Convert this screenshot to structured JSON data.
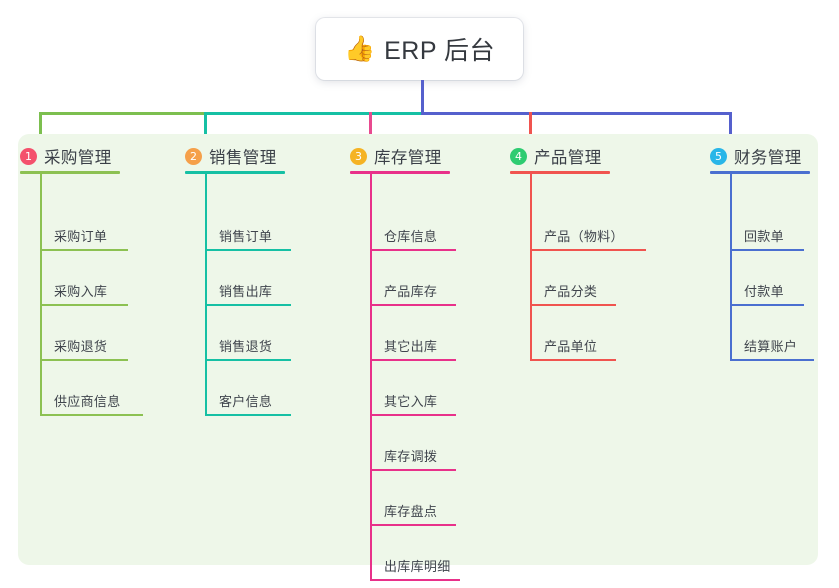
{
  "diagram": {
    "type": "org-tree",
    "root": {
      "icon": "thumbs-up-emoji",
      "icon_glyph": "👍",
      "title": "ERP 后台"
    },
    "canvas": {
      "background": "#ffffff",
      "panel_background": "#eef7e9"
    },
    "bus": {
      "segments": [
        {
          "name": "bus-green",
          "color": "#7cbf4f"
        },
        {
          "name": "bus-teal",
          "color": "#16c0a4"
        },
        {
          "name": "bus-purple",
          "color": "#5560cd"
        }
      ],
      "stem_color": "#5560cd"
    },
    "columns": [
      {
        "index": "1",
        "title": "采购管理",
        "badge_color": "#f4516c",
        "accent": "#8cc152",
        "drop_color": "#7cbf4f",
        "items": [
          {
            "label": "采购订单",
            "rule_width": 88
          },
          {
            "label": "采购入库",
            "rule_width": 88
          },
          {
            "label": "采购退货",
            "rule_width": 88
          },
          {
            "label": "供应商信息",
            "rule_width": 103
          }
        ]
      },
      {
        "index": "2",
        "title": "销售管理",
        "badge_color": "#f5a04a",
        "accent": "#16c0a4",
        "drop_color": "#16c0a4",
        "items": [
          {
            "label": "销售订单",
            "rule_width": 86
          },
          {
            "label": "销售出库",
            "rule_width": 86
          },
          {
            "label": "销售退货",
            "rule_width": 86
          },
          {
            "label": "客户信息",
            "rule_width": 86
          }
        ]
      },
      {
        "index": "3",
        "title": "库存管理",
        "badge_color": "#f5b324",
        "accent": "#e8318a",
        "drop_color": "#e84a8f",
        "items": [
          {
            "label": "仓库信息",
            "rule_width": 86
          },
          {
            "label": "产品库存",
            "rule_width": 86
          },
          {
            "label": "其它出库",
            "rule_width": 86
          },
          {
            "label": "其它入库",
            "rule_width": 86
          },
          {
            "label": "库存调拨",
            "rule_width": 86
          },
          {
            "label": "库存盘点",
            "rule_width": 86
          },
          {
            "label": "出库库明细",
            "rule_width": 90
          }
        ]
      },
      {
        "index": "4",
        "title": "产品管理",
        "badge_color": "#2ecc71",
        "accent": "#f0544f",
        "drop_color": "#f0544f",
        "items": [
          {
            "label": "产品（物料）",
            "rule_width": 116
          },
          {
            "label": "产品分类",
            "rule_width": 86
          },
          {
            "label": "产品单位",
            "rule_width": 86
          }
        ]
      },
      {
        "index": "5",
        "title": "财务管理",
        "badge_color": "#29b6e8",
        "accent": "#4a6fd0",
        "drop_color": "#5560cd",
        "items": [
          {
            "label": "回款单",
            "rule_width": 74
          },
          {
            "label": "付款单",
            "rule_width": 74
          },
          {
            "label": "结算账户",
            "rule_width": 84
          }
        ]
      }
    ]
  }
}
